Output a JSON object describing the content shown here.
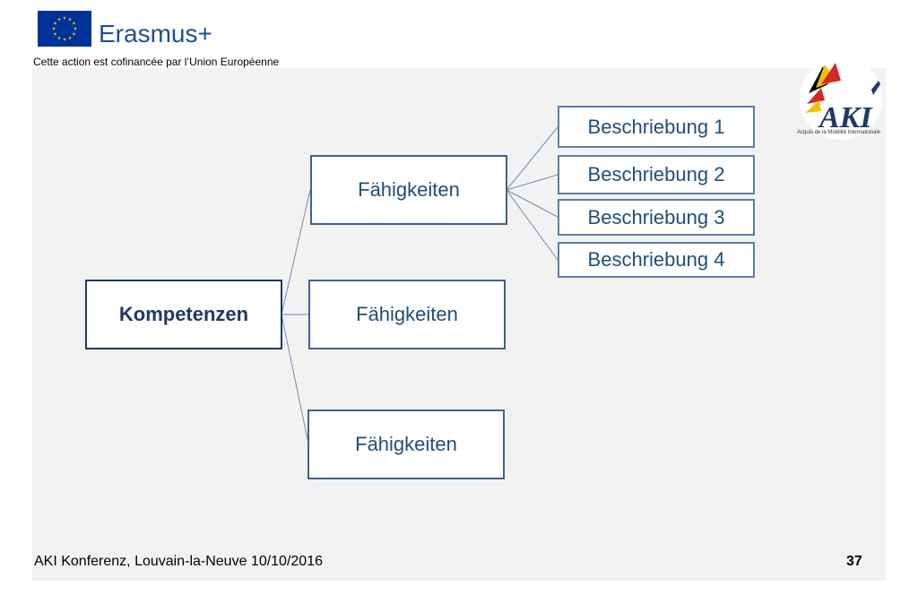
{
  "header": {
    "brand": "Erasmus+",
    "cofinance_text": "Cette action est cofinancée par l’Union Européenne"
  },
  "logo": {
    "text": "AKI",
    "subtitle": "Acquis de la Mobilité Internationale"
  },
  "diagram": {
    "root": "Kompetenzen",
    "skills": [
      "Fähigkeiten",
      "Fähigkeiten",
      "Fähigkeiten"
    ],
    "descriptions": [
      "Beschriebung 1",
      "Beschriebung 2",
      "Beschriebung 3",
      "Beschriebung 4"
    ]
  },
  "footer": {
    "text": "AKI Konferenz, Louvain-la-Neuve 10/10/2016",
    "page_number": "37"
  },
  "colors": {
    "box_border": "#3d6489",
    "text": "#1f4e79",
    "eu_blue": "#003399",
    "eu_star": "#ffcc00"
  }
}
